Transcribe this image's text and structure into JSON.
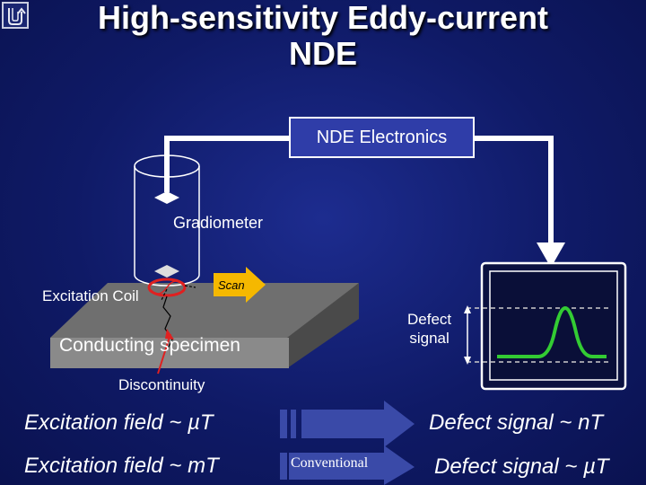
{
  "title": {
    "line1": "High-sensitivity Eddy-current",
    "line2": "NDE"
  },
  "labels": {
    "electronics": "NDE Electronics",
    "gradiometer": "Gradiometer",
    "excitation_coil": "Excitation Coil",
    "scan": "Scan",
    "specimen": "Conducting specimen",
    "defect_line1": "Defect",
    "defect_line2": "signal",
    "discontinuity": "Discontinuity"
  },
  "comparison": {
    "row1_left": "Excitation field ~ µT",
    "row1_right": "Defect signal ~ nT",
    "row2_left": "Excitation field ~ mT",
    "row2_middle": "Conventional",
    "row2_right": "Defect signal ~ µT"
  },
  "colors": {
    "background": "#0f1a66",
    "specimen": "#808080",
    "signal": "#33cc33",
    "scan_arrow": "#f5b800",
    "coil": "#e02020",
    "arrow_fill": "#3a4aa8"
  },
  "icons": {
    "nav": "return-arrow-icon"
  }
}
